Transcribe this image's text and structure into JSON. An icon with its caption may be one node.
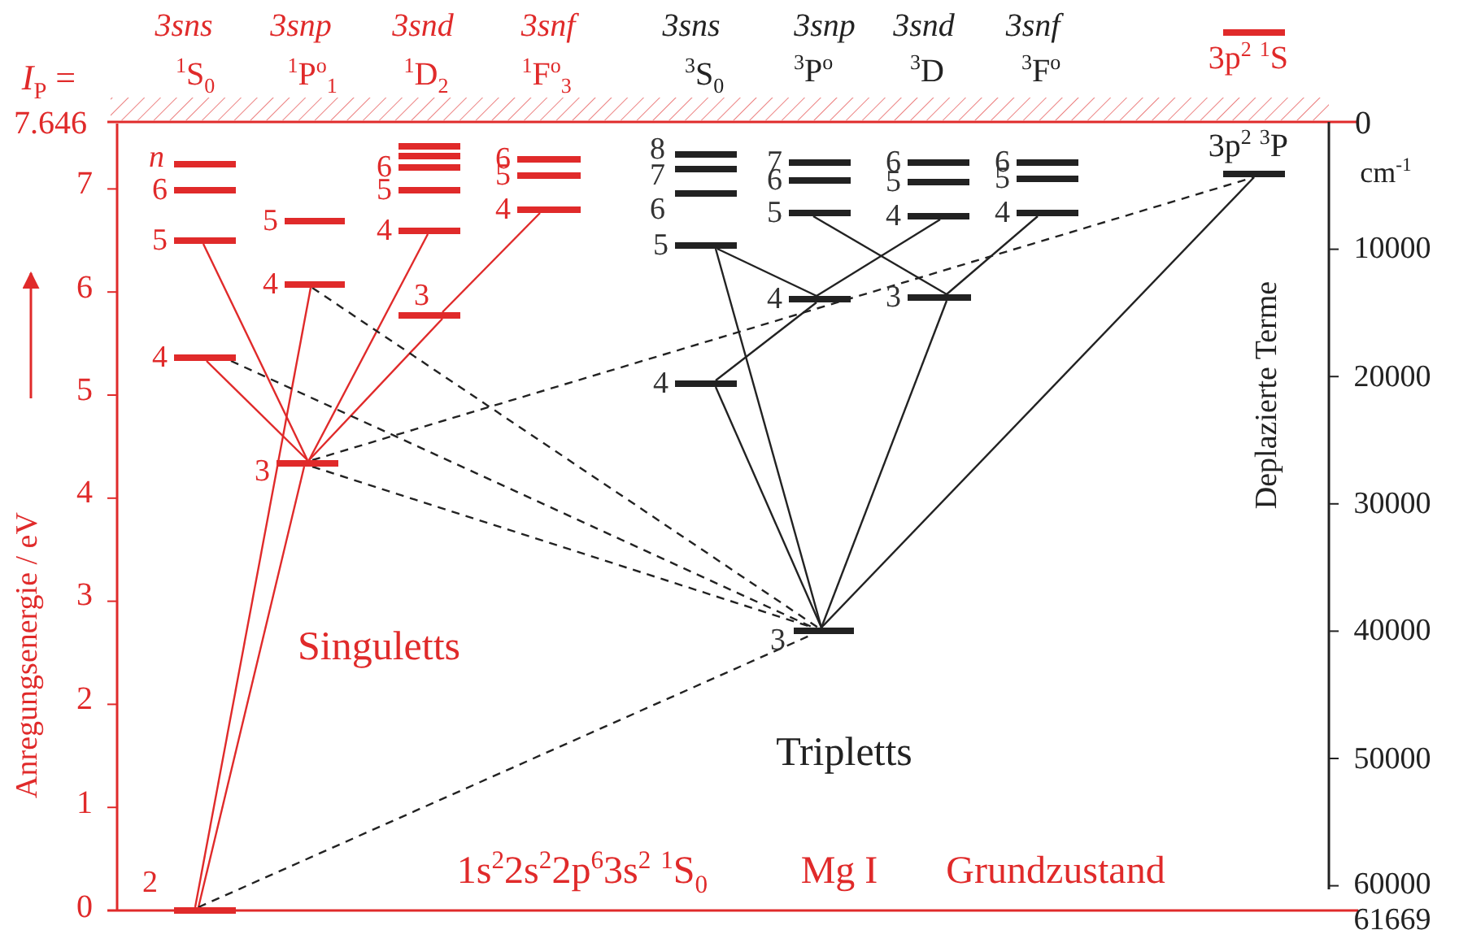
{
  "diagram": {
    "nodes": [
      {
        "text": [],
        "shape": "bar",
        "beside": [
          "*n*"
        ]
      },
      {
        "text": [],
        "shape": "bar",
        "beside": [
          "6"
        ]
      },
      {
        "text": [],
        "shape": "bar",
        "beside": [
          "5"
        ]
      },
      {
        "text": [],
        "shape": "bar",
        "beside": [
          "4"
        ]
      },
      {
        "text": [],
        "shape": "bar",
        "beside": [
          "2"
        ]
      },
      {
        "text": [],
        "shape": "bar",
        "beside": [
          "5"
        ]
      },
      {
        "text": [],
        "shape": "bar",
        "beside": [
          "4"
        ]
      },
      {
        "text": [],
        "shape": "bar",
        "beside": [
          "3"
        ]
      },
      {
        "text": [],
        "shape": "bar"
      },
      {
        "text": [],
        "shape": "bar"
      },
      {
        "text": [],
        "shape": "bar",
        "beside": [
          "6"
        ]
      },
      {
        "text": [],
        "shape": "bar",
        "beside": [
          "5"
        ]
      },
      {
        "text": [],
        "shape": "bar",
        "beside": [
          "4"
        ]
      },
      {
        "text": [],
        "shape": "bar",
        "beside": [
          "3"
        ]
      },
      {
        "text": [],
        "shape": "bar",
        "beside": [
          "6"
        ]
      },
      {
        "text": [],
        "shape": "bar",
        "beside": [
          "5"
        ]
      },
      {
        "text": [],
        "shape": "bar",
        "beside": [
          "4"
        ]
      },
      {
        "text": [],
        "shape": "bar",
        "beside": [
          "8"
        ]
      },
      {
        "text": [],
        "shape": "bar",
        "beside": [
          "7"
        ]
      },
      {
        "text": [],
        "shape": "bar",
        "beside": [
          "6"
        ]
      },
      {
        "text": [],
        "shape": "bar",
        "beside": [
          "5"
        ]
      },
      {
        "text": [],
        "shape": "bar",
        "beside": [
          "4"
        ]
      },
      {
        "text": [],
        "shape": "bar",
        "beside": [
          "7"
        ]
      },
      {
        "text": [],
        "shape": "bar",
        "beside": [
          "6"
        ]
      },
      {
        "text": [],
        "shape": "bar",
        "beside": [
          "5"
        ]
      },
      {
        "text": [],
        "shape": "bar",
        "beside": [
          "4"
        ]
      },
      {
        "text": [],
        "shape": "bar",
        "beside": [
          "3"
        ]
      },
      {
        "text": [],
        "shape": "bar",
        "beside": [
          "6"
        ]
      },
      {
        "text": [],
        "shape": "bar",
        "beside": [
          "5"
        ]
      },
      {
        "text": [],
        "shape": "bar",
        "beside": [
          "4"
        ]
      },
      {
        "text": [],
        "shape": "bar",
        "beside": [
          "3"
        ]
      },
      {
        "text": [],
        "shape": "bar",
        "beside": [
          "6"
        ]
      },
      {
        "text": [],
        "shape": "bar",
        "beside": [
          "5"
        ]
      },
      {
        "text": [],
        "shape": "bar",
        "beside": [
          "4"
        ]
      },
      {
        "text": [
          "3p$^{2}$ $^{3}$P"
        ]
      },
      {
        "text": [
          "3p$^{2}$ $^{1}$S"
        ]
      }
    ],
    "edges": [
      {
        "from": 4,
        "to": 7,
        "arrow": "none",
        "color": "#e02a2a"
      },
      {
        "from": 4,
        "to": 6,
        "arrow": "none",
        "color": "#e02a2a"
      },
      {
        "from": 2,
        "to": 7,
        "arrow": "none",
        "color": "#e02a2a"
      },
      {
        "from": 3,
        "to": 7,
        "arrow": "none",
        "color": "#e02a2a"
      },
      {
        "from": 12,
        "to": 7,
        "arrow": "none",
        "color": "#e02a2a"
      },
      {
        "from": 16,
        "to": 13,
        "arrow": "none",
        "color": "#e02a2a"
      },
      {
        "from": 13,
        "to": 7,
        "arrow": "none",
        "color": "#e02a2a"
      },
      {
        "from": 20,
        "to": 26,
        "arrow": "none"
      },
      {
        "from": 21,
        "to": 26,
        "arrow": "none"
      },
      {
        "from": 20,
        "to": 25,
        "arrow": "none"
      },
      {
        "from": 25,
        "to": 21,
        "arrow": "none"
      },
      {
        "from": 29,
        "to": 25,
        "arrow": "none"
      },
      {
        "from": 24,
        "to": 30,
        "arrow": "none"
      },
      {
        "from": 33,
        "to": 30,
        "arrow": "none"
      },
      {
        "from": 30,
        "to": 26,
        "arrow": "none"
      },
      {
        "from": 26,
        "to": 34,
        "arrow": "none"
      },
      {
        "from": 4,
        "to": 26,
        "arrow": "none",
        "style": "dashed"
      },
      {
        "from": 6,
        "to": 26,
        "arrow": "none",
        "style": "dashed"
      },
      {
        "from": 3,
        "to": 26,
        "arrow": "none",
        "style": "dashed"
      },
      {
        "from": 7,
        "to": 26,
        "arrow": "none",
        "style": "dashed"
      },
      {
        "from": 7,
        "to": 34,
        "arrow": "none",
        "style": "dashed"
      }
    ],
    "labels": [
      "3sns",
      "3snp",
      "3snd",
      "3snf",
      "3sns",
      "3snp",
      "3snd",
      "3snf",
      "*I*$_{P}$ =",
      "$^{1}$S$_{0}$",
      "$^{1}$P$^{o}$$_{1}$",
      "$^{1}$D$_{2}$",
      "$^{1}$F$^{o}$$_{3}$",
      "$^{3}$S$_{0}$",
      "$^{3}$P$^{o}$",
      "$^{3}$D",
      "$^{3}$F$^{o}$",
      "7.646",
      "0",
      "cm$^{-1}$",
      "7",
      "6",
      "5",
      "4",
      "3",
      "2",
      "1",
      "0",
      "10000",
      "20000",
      "30000",
      "40000",
      "50000",
      "60000",
      "61669",
      "Anregungsenergie / eV",
      "Deplazierte  Terme",
      "Singuletts",
      "Tripletts",
      "1s$^{2}$2s$^{2}$2p$^{6}$3s$^{2}$ $^{1}$S$_{0}$",
      "Mg I",
      "Grundzustand"
    ]
  }
}
